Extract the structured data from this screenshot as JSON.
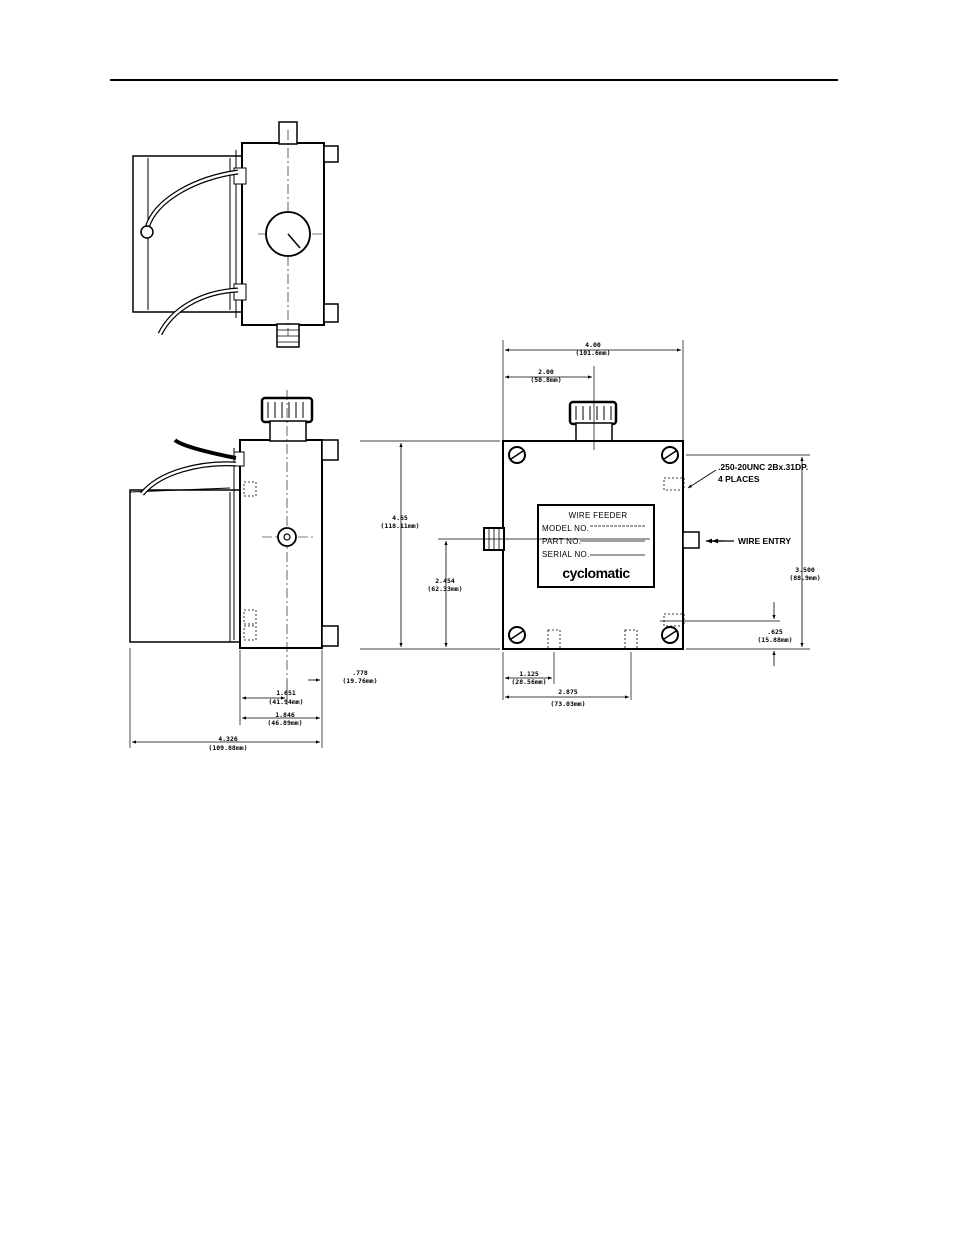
{
  "nameplate": {
    "title": "WIRE  FEEDER",
    "model_label": "MODEL NO.",
    "part_label": "PART NO.",
    "serial_label": "SERIAL NO.",
    "brand": "cyclomatic"
  },
  "callouts": {
    "tapped_holes_line1": ".250-20UNC 2Bx.31DP.",
    "tapped_holes_line2": "4 PLACES",
    "wire_entry": "WIRE ENTRY"
  },
  "dimensions": {
    "overall_width": {
      "value": "4.00",
      "metric": "(101.6mm)"
    },
    "half_width": {
      "value": "2.00",
      "metric": "(50.8mm)"
    },
    "overall_height": {
      "value": "4.65",
      "metric": "(118.11mm)"
    },
    "wire_entry_height": {
      "value": "2.454",
      "metric": "(62.33mm)"
    },
    "hole_spacing_vertical": {
      "value": "3.500",
      "metric": "(88.9mm)"
    },
    "hole_offset_bottom": {
      "value": ".625",
      "metric": "(15.88mm)"
    },
    "hole_offset_left": {
      "value": "1.125",
      "metric": "(28.56mm)"
    },
    "hole_spacing_horizontal": {
      "value": "2.875",
      "metric": "(73.03mm)"
    },
    "side_offset": {
      "value": ".778",
      "metric": "(19.76mm)"
    },
    "side_center": {
      "value": "1.651",
      "metric": "(41.94mm)"
    },
    "side_body": {
      "value": "1.846",
      "metric": "(46.89mm)"
    },
    "side_overall": {
      "value": "4.326",
      "metric": "(109.88mm)"
    }
  }
}
